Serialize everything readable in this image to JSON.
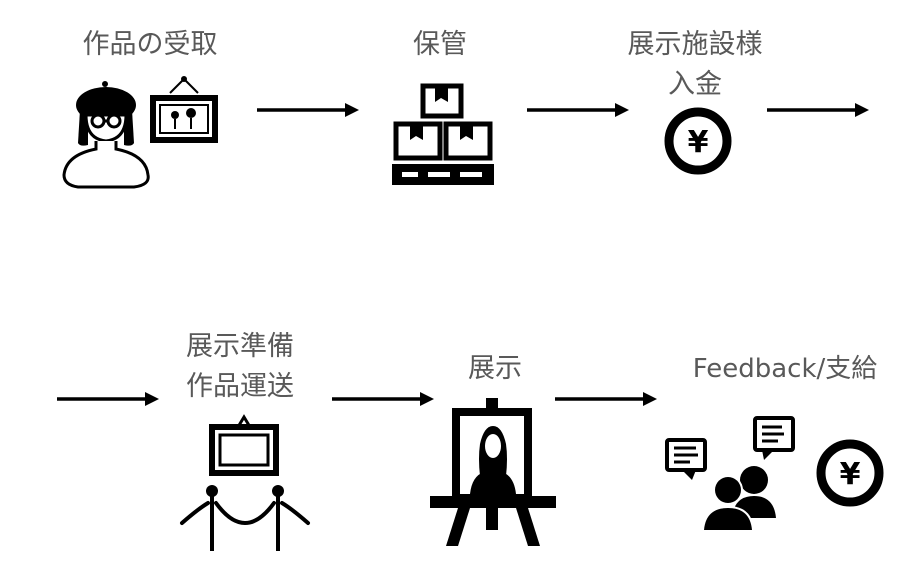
{
  "steps": [
    {
      "label": "作品の受取",
      "icon": "artist-with-painting-icon"
    },
    {
      "label": "保管",
      "icon": "stacked-boxes-pallet-icon"
    },
    {
      "label_line1": "展示施設様",
      "label_line2": "入金",
      "icon": "yen-coin-icon"
    },
    {
      "label_line1": "展示準備",
      "label_line2": "作品運送",
      "icon": "framed-picture-rope-barrier-icon"
    },
    {
      "label": "展示",
      "icon": "easel-portrait-icon"
    },
    {
      "label": "Feedback/支給",
      "icon": "people-speech-bubbles-icon",
      "icon2": "yen-coin-icon"
    }
  ],
  "colors": {
    "text": "#595959",
    "icon": "#000000",
    "background": "#ffffff"
  }
}
